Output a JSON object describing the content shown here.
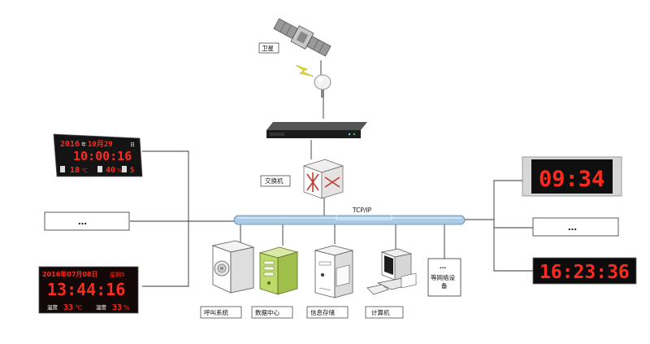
{
  "labels": {
    "satellite": "卫星",
    "switch": "交换机",
    "network": "TCP/IP",
    "dots_left": "…",
    "dots_right": "…",
    "other_dots": "…",
    "call_system": "呼叫系统",
    "data_center": "数据中心",
    "info_storage": "信息存储",
    "computer": "计算机",
    "other_devices": "等网络设备"
  },
  "displays": {
    "left_top": {
      "year": "2016",
      "year_unit": "年",
      "month_day": "10月29",
      "day_unit": "日",
      "time": "10:00:16",
      "temp_value": "18",
      "temp_unit": "℃",
      "humid_value": "40",
      "humid_unit": "%",
      "week": "5"
    },
    "left_bottom": {
      "date_line": "2016年07月08日",
      "week_label": "星期5",
      "time": "13:44:16",
      "temp_label": "温度",
      "temp_value": "33",
      "temp_unit": "℃",
      "humid_label": "湿度",
      "humid_value": "33",
      "humid_unit": "%"
    },
    "right_top": {
      "time": "09:34"
    },
    "right_bottom": {
      "time": "16:23:36"
    }
  },
  "colors": {
    "led_red": "#ff2a1e",
    "bus_blue": "#a9cbe6",
    "case_green": "#bcd96a",
    "wire": "#333333"
  },
  "icons": {
    "satellite": "satellite-icon",
    "lightning": "lightning-icon",
    "antenna": "gps-antenna-icon",
    "server": "rack-server-icon",
    "switch": "network-switch-icon",
    "speaker": "speaker-icon",
    "pc_tower": "pc-tower-icon",
    "storage": "storage-device-icon",
    "computer": "computer-icon"
  }
}
